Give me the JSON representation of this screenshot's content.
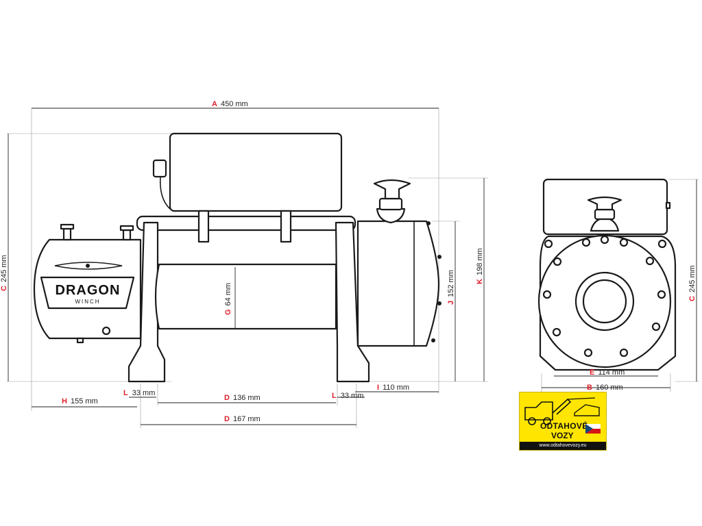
{
  "brand": {
    "name": "DRAGON",
    "sub": "WINCH"
  },
  "dimensions": {
    "A": {
      "letter": "A",
      "value": "450 mm"
    },
    "B": {
      "letter": "B",
      "value": "160 mm"
    },
    "C_left": {
      "letter": "C",
      "value": "245 mm"
    },
    "C_right": {
      "letter": "C",
      "value": "245 mm"
    },
    "D_inner": {
      "letter": "D",
      "value": "136 mm"
    },
    "D_outer": {
      "letter": "D",
      "value": "167 mm"
    },
    "E": {
      "letter": "E",
      "value": "114 mm"
    },
    "G": {
      "letter": "G",
      "value": "64 mm"
    },
    "H": {
      "letter": "H",
      "value": "155 mm"
    },
    "I": {
      "letter": "I",
      "value": "110 mm"
    },
    "J": {
      "letter": "J",
      "value": "152 mm"
    },
    "K": {
      "letter": "K",
      "value": "198 mm"
    },
    "L_left": {
      "letter": "L",
      "value": "33 mm"
    },
    "L_right": {
      "letter": "L",
      "value": "33 mm"
    }
  },
  "logo": {
    "line1": "ODTAHOVÉ",
    "line2": "VOZY",
    "url": "www.odtahovevozy.eu"
  },
  "colors": {
    "letter": "#e0202b",
    "ink": "#1a1a1a",
    "logo_bg": "#ffe500"
  }
}
